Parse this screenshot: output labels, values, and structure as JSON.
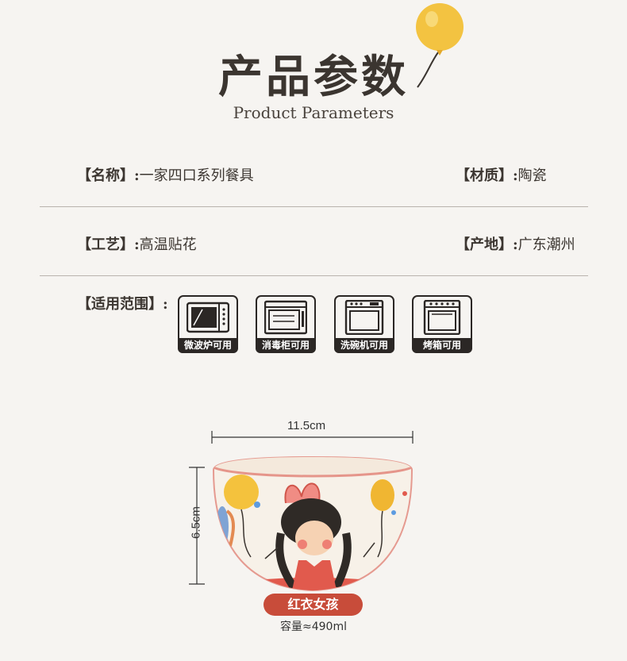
{
  "header": {
    "title_cn": "产品参数",
    "title_en": "Product Parameters"
  },
  "params": {
    "name_key": "【名称】:",
    "name_val": "一家四口系列餐具",
    "material_key": "【材质】:",
    "material_val": "陶瓷",
    "craft_key": "【工艺】:",
    "craft_val": "高温贴花",
    "origin_key": "【产地】:",
    "origin_val": "广东潮州",
    "usage_key": "【适用范围】:"
  },
  "usage_items": [
    {
      "label": "微波炉可用",
      "icon": "microwave-icon"
    },
    {
      "label": "消毒柜可用",
      "icon": "sterilizer-icon"
    },
    {
      "label": "洗碗机可用",
      "icon": "dishwasher-icon"
    },
    {
      "label": "烤箱可用",
      "icon": "oven-icon"
    }
  ],
  "product": {
    "width_label": "11.5cm",
    "height_label": "6.5cm",
    "name": "红衣女孩",
    "capacity": "容量≈490ml"
  },
  "colors": {
    "accent_red": "#c84c3a",
    "balloon_yellow": "#f3c341",
    "dark": "#2b2725",
    "background": "#f6f4f1"
  }
}
